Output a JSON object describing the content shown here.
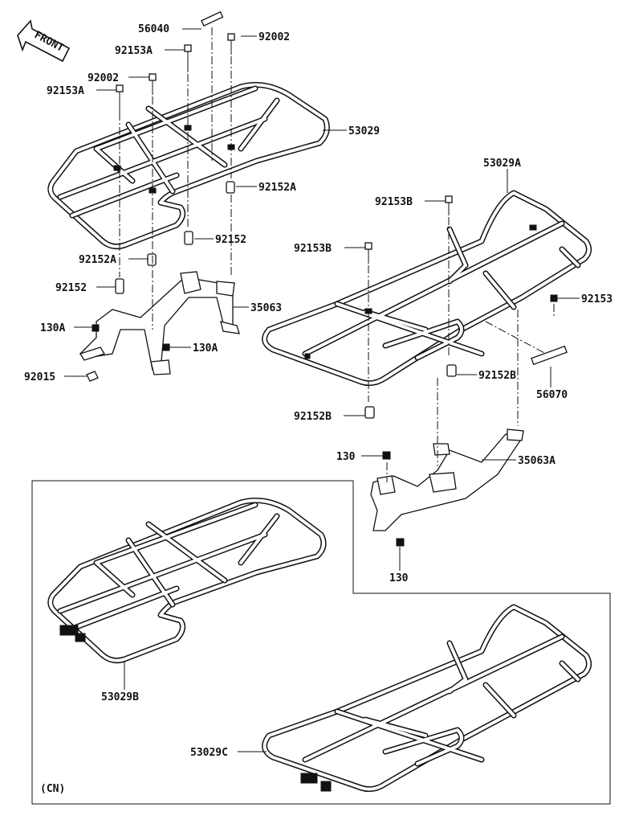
{
  "front_label": "FRONT",
  "callouts": {
    "c56040": "56040",
    "c92002_top": "92002",
    "c92153A_top": "92153A",
    "c92002_mid": "92002",
    "c92153A_mid": "92153A",
    "c53029": "53029",
    "c92152A_right": "92152A",
    "c92152_right": "92152",
    "c92152A_left": "92152A",
    "c92152_left": "92152",
    "c35063": "35063",
    "c130A_left": "130A",
    "c130A_right": "130A",
    "c92015": "92015",
    "c53029A": "53029A",
    "c92153B_top": "92153B",
    "c92153B_mid": "92153B",
    "c92153": "92153",
    "c92152B_right": "92152B",
    "c56070": "56070",
    "c92152B_bottom": "92152B",
    "c130_top": "130",
    "c35063A": "35063A",
    "c130_bottom": "130",
    "c53029B": "53029B",
    "c53029C": "53029C",
    "cn_note": "(CN)"
  }
}
